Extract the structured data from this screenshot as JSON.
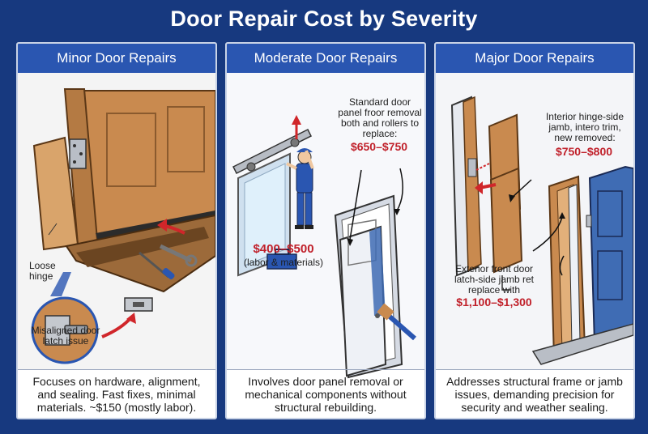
{
  "title": "Door Repair Cost by Severity",
  "panels": [
    {
      "heading": "Minor Door Repairs",
      "labels": {
        "loose_hinge": "Loose\nhinge",
        "latch": "Misaligned door\nlatch issue"
      },
      "description": "Focuses on hardware, alignment, and sealing. Fast fixes, minimal materials. ~$150 (mostly labor)."
    },
    {
      "heading": "Moderate Door Repairs",
      "labels": {
        "standard": "Standard door\npanel froor removal\nboth and rollers to\nreplace:",
        "labor": "(labor & materials)"
      },
      "prices": {
        "standard": "$650–$750",
        "main": "$400–$500"
      },
      "description": "Involves door panel removal or mechanical components without structural rebuilding."
    },
    {
      "heading": "Major Door Repairs",
      "labels": {
        "interior": "Interior hinge-side\njamb, intero trim,\nnew removed:",
        "exterior": "Exterior front door\nlatch-side jamb ret\nreplace with"
      },
      "prices": {
        "interior": "$750–$800",
        "exterior": "$1,100–$1,300"
      },
      "description": "Addresses structural frame or jamb issues, demanding precision for security and weather sealing."
    }
  ],
  "colors": {
    "background": "#17397f",
    "header": "#2a56b1",
    "price": "#c0202a",
    "wood": "#c98a4f",
    "door_blue": "#3f6cb4"
  }
}
